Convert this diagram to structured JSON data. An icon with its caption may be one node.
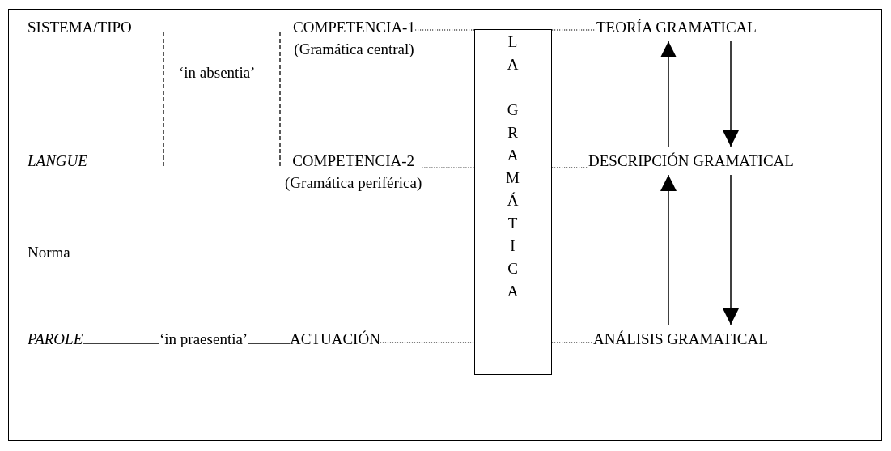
{
  "diagram": {
    "nodes": [
      {
        "text": [
          "SISTEMA/TIPO"
        ]
      },
      {
        "text": [
          "COMPETENCIA-1",
          "(Gramática central)"
        ]
      },
      {
        "text": [
          "LA GRAMÁTICA"
        ]
      },
      {
        "text": [
          "TEORÍA GRAMATICAL"
        ]
      },
      {
        "text": [
          "‘in absentia’"
        ]
      },
      {
        "text": [
          "LANGUE"
        ]
      },
      {
        "text": [
          "COMPETENCIA-2",
          "(Gramática periférica)"
        ]
      },
      {
        "text": [
          "DESCRIPCIÓN GRAMATICAL"
        ]
      },
      {
        "text": [
          "Norma"
        ]
      },
      {
        "text": [
          "PAROLE"
        ]
      },
      {
        "text": [
          "‘in praesentia’"
        ]
      },
      {
        "text": [
          "ACTUACIÓN"
        ]
      },
      {
        "text": [
          "ANÁLISIS GRAMATICAL"
        ]
      }
    ],
    "edges": [
      {
        "from": 1,
        "to": 2,
        "arrow": "none",
        "style": "dashed"
      },
      {
        "from": 2,
        "to": 3,
        "arrow": "none",
        "style": "dashed"
      },
      {
        "from": 6,
        "to": 2,
        "arrow": "none",
        "style": "dashed"
      },
      {
        "from": 2,
        "to": 7,
        "arrow": "none",
        "style": "dashed"
      },
      {
        "from": 11,
        "to": 2,
        "arrow": "none",
        "style": "dashed"
      },
      {
        "from": 2,
        "to": 12,
        "arrow": "none",
        "style": "dashed"
      },
      {
        "from": 7,
        "to": 3,
        "arrow": "to"
      },
      {
        "from": 3,
        "to": 7,
        "arrow": "to"
      },
      {
        "from": 12,
        "to": 7,
        "arrow": "to"
      },
      {
        "from": 7,
        "to": 12,
        "arrow": "to"
      },
      {
        "from": 9,
        "to": 10,
        "arrow": "none"
      },
      {
        "from": 10,
        "to": 11,
        "arrow": "none"
      }
    ]
  }
}
